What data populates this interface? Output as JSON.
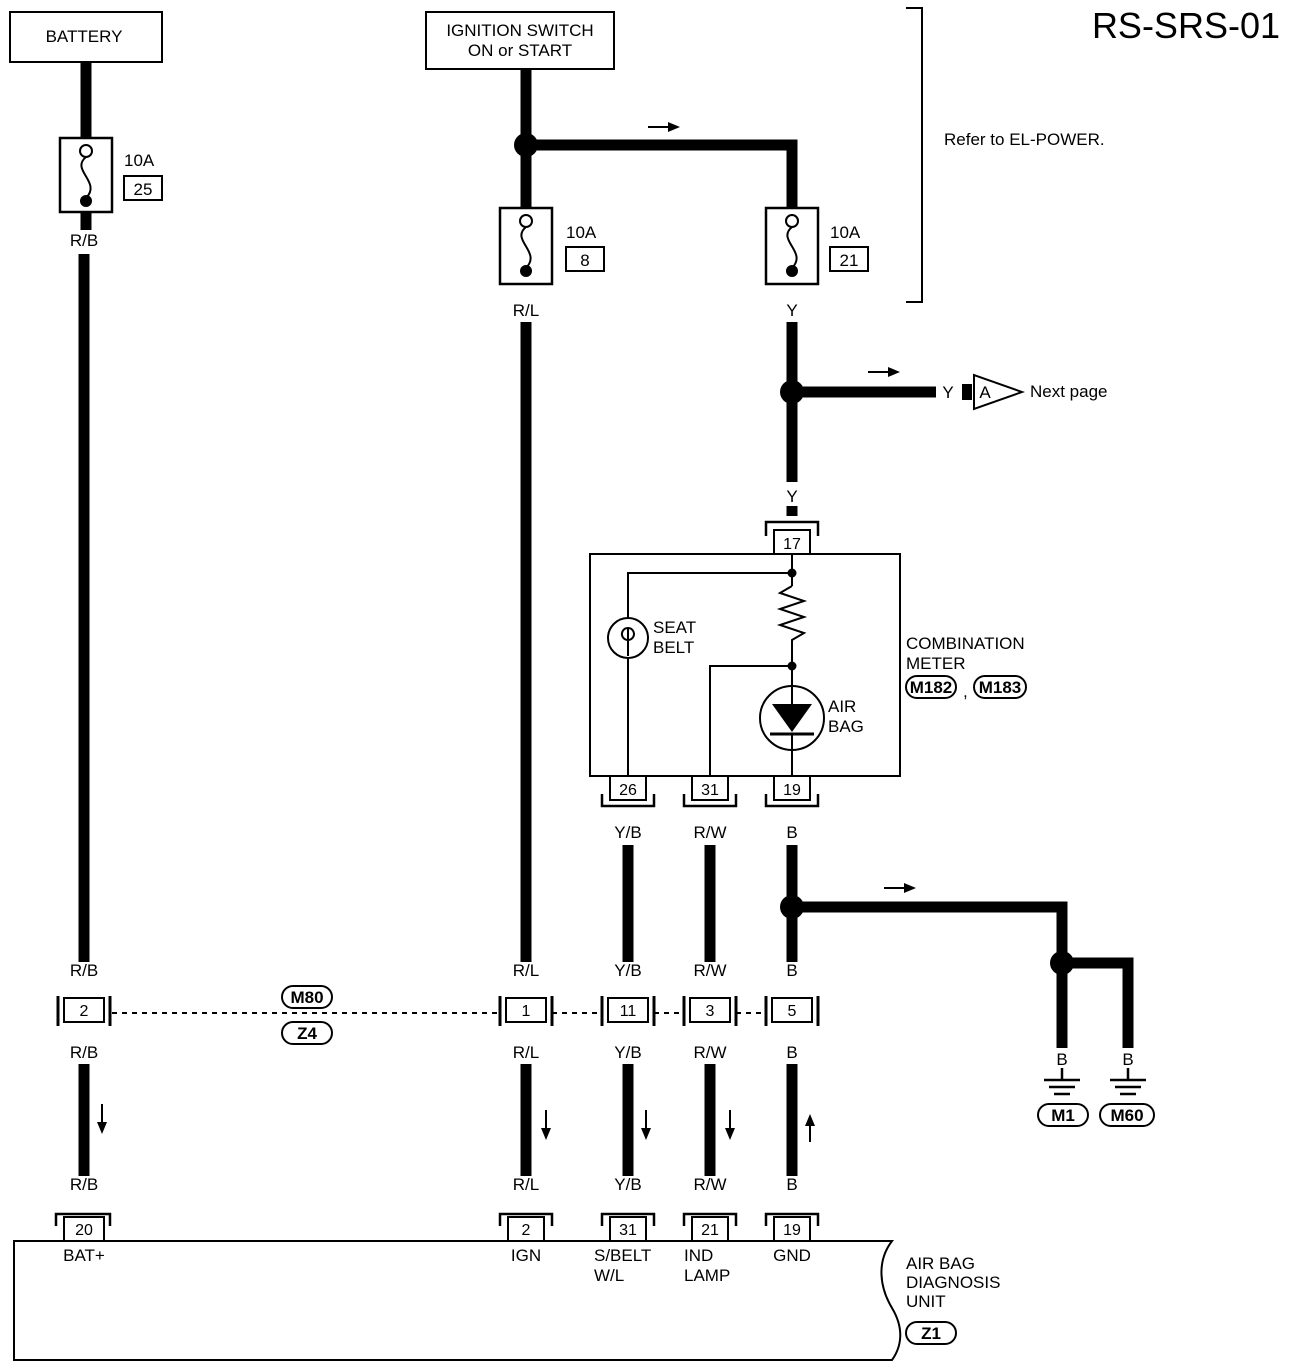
{
  "diagram_id": "RS-SRS-01",
  "battery": "BATTERY",
  "ignition": {
    "line1": "IGNITION SWITCH",
    "line2": "ON or START"
  },
  "refer": "Refer to EL-POWER.",
  "fuses": [
    {
      "rating": "10A",
      "number": "25"
    },
    {
      "rating": "10A",
      "number": "8"
    },
    {
      "rating": "10A",
      "number": "21"
    }
  ],
  "next_page": {
    "connector": "A",
    "label": "Next page",
    "wire": "Y"
  },
  "meter": {
    "line1": "COMBINATION",
    "line2": "METER",
    "conn1": "M182",
    "sep": ",",
    "conn2": "M183",
    "seat_belt_1": "SEAT",
    "seat_belt_2": "BELT",
    "air_bag_1": "AIR",
    "air_bag_2": "BAG",
    "pin_in": "17",
    "pins_out": [
      "26",
      "31",
      "19"
    ]
  },
  "wires": {
    "rb": "R/B",
    "rl": "R/L",
    "y": "Y",
    "yb": "Y/B",
    "rw": "R/W",
    "b": "B"
  },
  "joint": {
    "conn_top": "M80",
    "conn_bottom": "Z4",
    "pins": [
      "2",
      "1",
      "11",
      "3",
      "5"
    ]
  },
  "grounds": [
    "M1",
    "M60"
  ],
  "unit": {
    "line1": "AIR BAG",
    "line2": "DIAGNOSIS",
    "line3": "UNIT",
    "conn": "Z1",
    "pins": [
      "20",
      "2",
      "31",
      "21",
      "19"
    ],
    "term_bat": "BAT+",
    "term_ign": "IGN",
    "term_sbelt_1": "S/BELT",
    "term_sbelt_2": "W/L",
    "term_ind_1": "IND",
    "term_ind_2": "LAMP",
    "term_gnd": "GND"
  }
}
